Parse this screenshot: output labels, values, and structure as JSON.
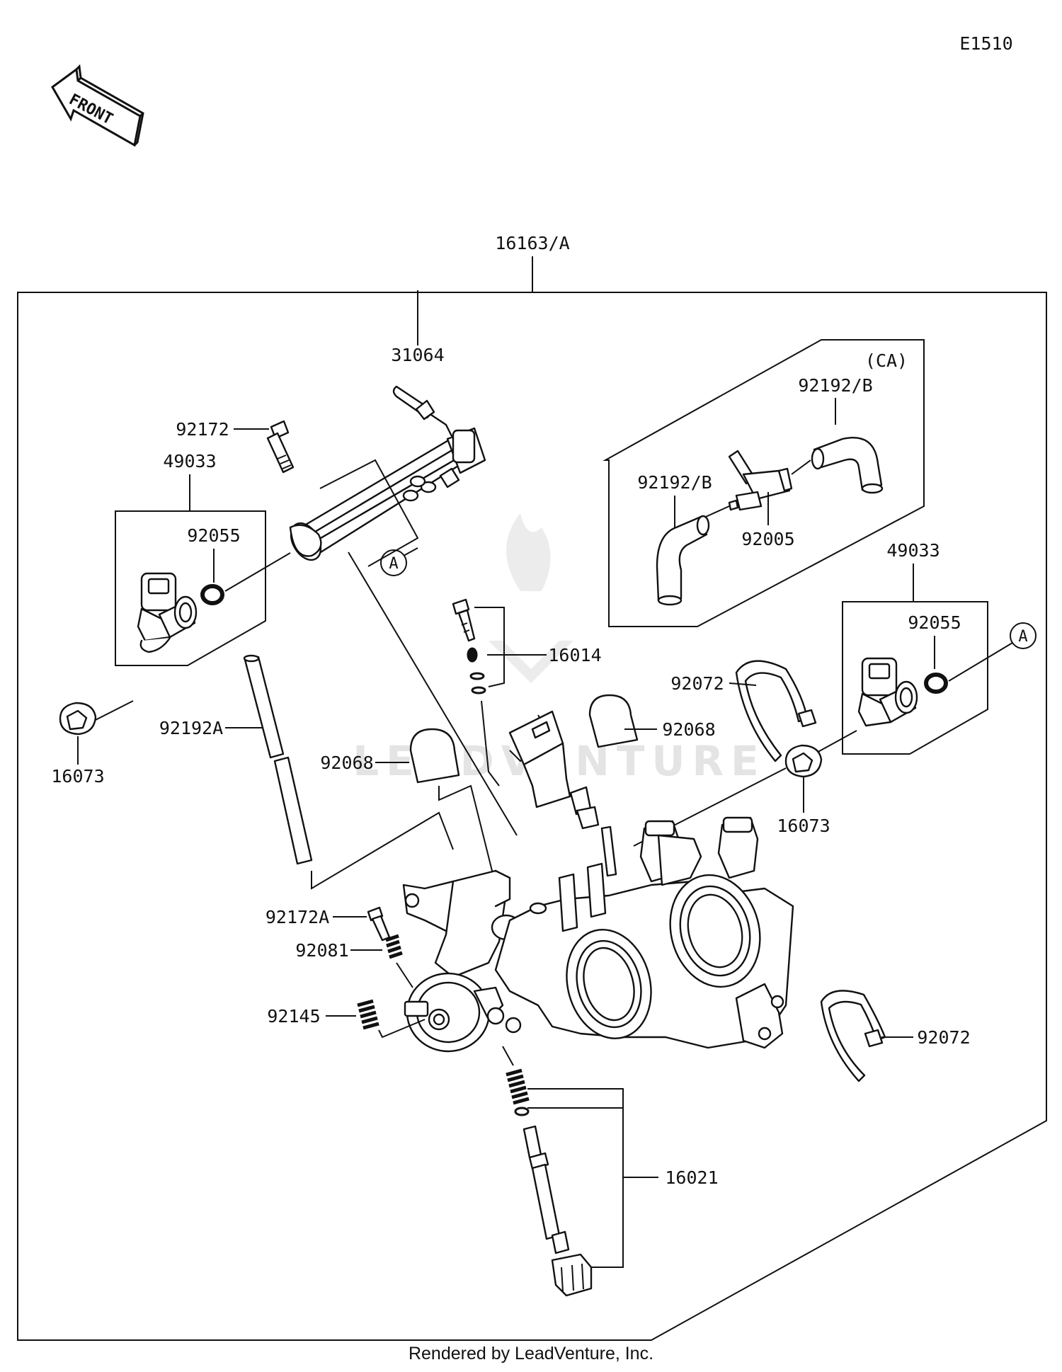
{
  "diagram": {
    "code": "E1510",
    "front_label": "FRONT",
    "assembly_label": "16163/A",
    "watermark": "LEADVENTURE",
    "footer": "Rendered by LeadVenture, Inc.",
    "callouts": {
      "p31064": "31064",
      "p92172": "92172",
      "p49033_left": "49033",
      "p92055_left": "92055",
      "p16073_left": "16073",
      "p92192A": "92192A",
      "a_left": "A",
      "ca": "(CA)",
      "p92192B_top": "92192/B",
      "p92192B_left": "92192/B",
      "p92005": "92005",
      "p16014": "16014",
      "p92072_top": "92072",
      "p92068_right": "92068",
      "p92068_left": "92068",
      "p49033_right": "49033",
      "p92055_right": "92055",
      "a_right": "A",
      "p16073_right": "16073",
      "p92172A": "92172A",
      "p92081": "92081",
      "p92145": "92145",
      "p92072_bottom": "92072",
      "p16021": "16021"
    }
  }
}
